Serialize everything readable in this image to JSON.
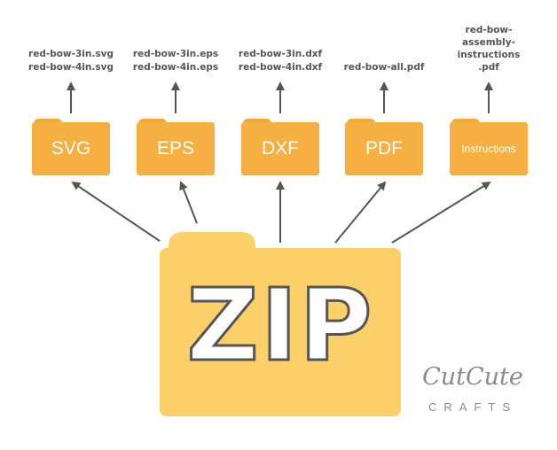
{
  "zip_folder": {
    "label": "ZIP"
  },
  "folders": [
    {
      "label": "SVG",
      "files": [
        "red-bow-3in.svg",
        "red-bow-4in.svg"
      ]
    },
    {
      "label": "EPS",
      "files": [
        "red-bow-3in.eps",
        "red-bow-4in.eps"
      ]
    },
    {
      "label": "DXF",
      "files": [
        "red-bow-3in.dxf",
        "red-bow-4in.dxf"
      ]
    },
    {
      "label": "PDF",
      "files": [
        "red-bow-all.pdf"
      ]
    },
    {
      "label": "Instructions",
      "files": [
        "red-bow-",
        "assembly-",
        "instructions",
        ".pdf"
      ]
    }
  ],
  "brand": {
    "name": "CutCute",
    "tagline": "CRAFTS"
  },
  "colors": {
    "small_folder": "#f5b041",
    "small_folder_tab": "#f5a93a",
    "zip_folder": "#fcd068",
    "arrow": "#555555",
    "file_text": "#555555",
    "brand_text": "#8a8a8a"
  }
}
